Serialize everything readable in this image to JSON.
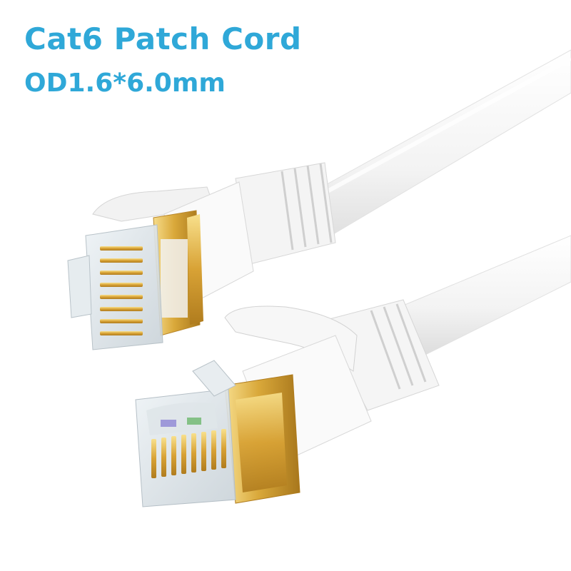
{
  "product": {
    "title": "Cat6 Patch Cord",
    "spec": "OD1.6*6.0mm"
  },
  "colors": {
    "text_accent": "#2fa8d8",
    "cable": "#f7f7f7",
    "shield_gold": "#d9a83a",
    "background": "#ffffff"
  },
  "image": {
    "subject": "two-white-flat-ethernet-cable-connectors"
  }
}
